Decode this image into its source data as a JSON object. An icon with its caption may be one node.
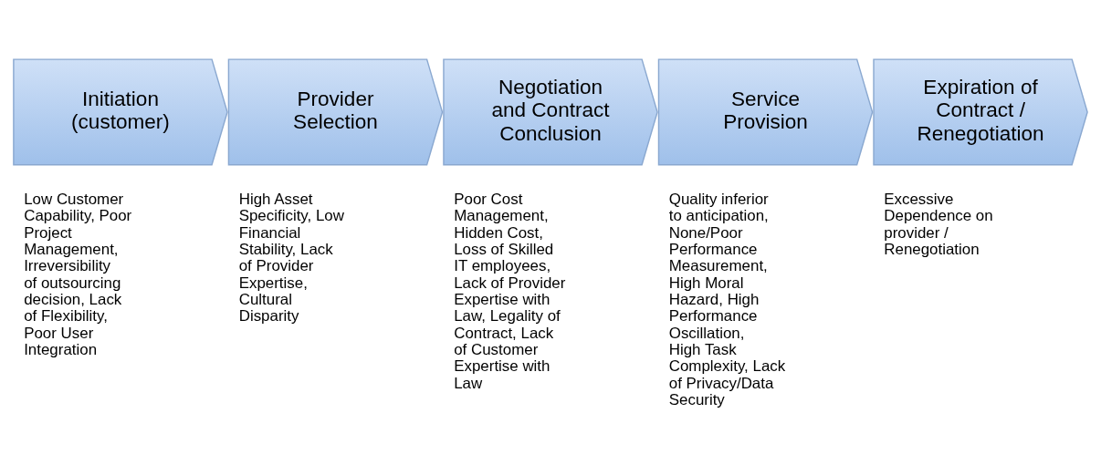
{
  "diagram": {
    "nodes": [
      {
        "text": [
          "Initiation (customer)"
        ],
        "beside": [
          "Low Customer Capability, Poor Project Management, Irreversibility of outsourcing decision, Lack of Flexibility, Poor User Integration"
        ]
      },
      {
        "text": [
          "Provider Selection"
        ],
        "beside": [
          "High Asset Specificity, Low Financial Stability, Lack of Provider Expertise, Cultural Disparity"
        ]
      },
      {
        "text": [
          "Negotiation and Contract Conclusion"
        ],
        "beside": [
          "Poor Cost Management, Hidden Cost, Loss of Skilled IT employees, Lack of Provider Expertise with Law, Legality of Contract, Lack of Customer Expertise with Law"
        ]
      },
      {
        "text": [
          "Service Provision"
        ],
        "beside": [
          "Quality inferior to anticipation, None/Poor Performance Measurement, High Moral Hazard, High Performance Oscillation, High Task Complexity, Lack of Privacy/Data Security"
        ]
      },
      {
        "text": [
          "Expiration of Contract / Renegotiation"
        ],
        "beside": [
          "Excessive Dependence on provider / Renegotiation"
        ]
      }
    ]
  }
}
